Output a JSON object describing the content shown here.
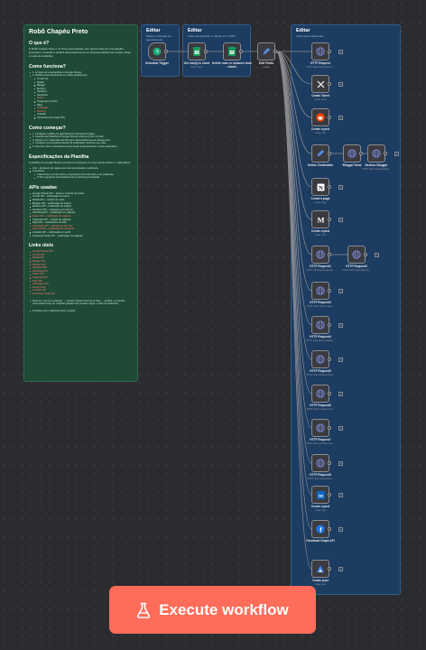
{
  "sticky_main": {
    "title": "Robô Chapéu Preto",
    "sections": [
      {
        "heading": "O que é?",
        "paragraphs": [
          "O Robô Chapéu Preto é um fluxo automatizado que captura links de uma planilha, processa o conteúdo e publica automaticamente em diversas plataformas sociais, blogs e redes de backlinks."
        ],
        "items": []
      },
      {
        "heading": "Como funciona?",
        "paragraphs": [],
        "items": [
          {
            "text": "1. Lê links de uma planilha no Google Sheets.",
            "level": 0,
            "red": false
          },
          {
            "text": "2. Publica automaticamente em várias plataformas:",
            "level": 0,
            "red": false
          },
          {
            "text": "Tumblr (2)",
            "level": 1,
            "red": false
          },
          {
            "text": "Reddit",
            "level": 1,
            "red": false
          },
          {
            "text": "Blogger",
            "level": 1,
            "red": false
          },
          {
            "text": "Medium",
            "level": 1,
            "red": false
          },
          {
            "text": "Nextdoor",
            "level": 1,
            "red": false
          },
          {
            "text": "Facebook",
            "level": 1,
            "red": false
          },
          {
            "text": "Notion",
            "level": 1,
            "red": true
          },
          {
            "text": "Telegraph (via API)",
            "level": 1,
            "red": false
          },
          {
            "text": "Diigo",
            "level": 1,
            "red": false
          },
          {
            "text": "Instapaper",
            "level": 1,
            "red": true
          },
          {
            "text": "Scoop.it",
            "level": 1,
            "red": true
          },
          {
            "text": "LinkedIn",
            "level": 1,
            "red": false
          },
          {
            "text": "Facebook (via Graph API)",
            "level": 1,
            "red": false
          }
        ]
      },
      {
        "heading": "Como começar?",
        "paragraphs": [],
        "items": [
          {
            "text": "1. Configure o gatilho de agendamento (Schedule Trigger).",
            "level": 0,
            "red": false
          },
          {
            "text": "2. Garanta que planilha do Google Sheets (coluna A) com os links.",
            "level": 0,
            "red": false
          },
          {
            "text": "3. Adicione as credenciais de API para cada plataforma que deseja usar.",
            "level": 0,
            "red": false
          },
          {
            "text": "4. Configure os prompts/conteúdo de publicação conforme seu caso.",
            "level": 0,
            "red": false
          },
          {
            "text": "5. Execute o fluxo manualmente para testar antes de ativar o envio automático.",
            "level": 0,
            "red": false
          }
        ]
      },
      {
        "heading": "Especificações da Planilha",
        "paragraphs": [
          "A planilha do Google Sheets precisa ter conteúdo em uma coluna (linha 1 = cabeçalho):"
        ],
        "items": [
          {
            "text": "Link – Endereço da página que será processada e publicada.",
            "level": 0,
            "red": false
          },
          {
            "text": "Importante:",
            "level": 0,
            "red": false
          },
          {
            "text": "Cada linha é um link único e representa uma execução a ser publicada.",
            "level": 1,
            "red": false
          },
          {
            "text": "O fluxo agrupará automaticamente na linha já processada.",
            "level": 1,
            "red": false
          }
        ]
      },
      {
        "heading": "APIs usadas",
        "paragraphs": [],
        "items": [
          {
            "text": "Google Sheets API – leitura e controle de linhas.",
            "level": 0,
            "red": false
          },
          {
            "text": "Tumblr API – publicação de textos.",
            "level": 0,
            "red": false
          },
          {
            "text": "Reddit API – criação de posts.",
            "level": 0,
            "red": false
          },
          {
            "text": "Blogger API – publicação de artigos.",
            "level": 0,
            "red": false
          },
          {
            "text": "Medium API – publicação de artigos.",
            "level": 0,
            "red": false
          },
          {
            "text": "Nextdoor API – postagens em bairros.",
            "level": 0,
            "red": false
          },
          {
            "text": "Facebook API – publicação em páginas.",
            "level": 0,
            "red": false
          },
          {
            "text": "Notion API – publicação de páginas.",
            "level": 0,
            "red": true
          },
          {
            "text": "Telegraph API – criação de páginas.",
            "level": 0,
            "red": false
          },
          {
            "text": "Diigo API – salvamento de links.",
            "level": 0,
            "red": false
          },
          {
            "text": "Instapaper API – salvamento de links.",
            "level": 0,
            "red": true
          },
          {
            "text": "Scoop.it API – publicação de conteúdo.",
            "level": 0,
            "red": true
          },
          {
            "text": "LinkedIn API – publicação em perfil.",
            "level": 0,
            "red": false
          },
          {
            "text": "Facebook Graph API – publicação em páginas.",
            "level": 0,
            "red": false
          }
        ]
      },
      {
        "heading": "Links úteis",
        "paragraphs": [],
        "items": [
          {
            "text": "Google Sheets API",
            "level": 0,
            "red": true
          },
          {
            "text": "Tumblr API",
            "level": 0,
            "red": true
          },
          {
            "text": "Reddit API",
            "level": 0,
            "red": true
          },
          {
            "text": "Blogger API",
            "level": 0,
            "red": true
          },
          {
            "text": "Medium API",
            "level": 0,
            "red": true
          },
          {
            "text": "Nextdoor API",
            "level": 0,
            "red": true
          },
          {
            "text": "Facebook API",
            "level": 0,
            "red": true
          },
          {
            "text": "Notion API",
            "level": 0,
            "red": true
          },
          {
            "text": "Telegraph API",
            "level": 0,
            "red": true
          },
          {
            "text": "Diigo API",
            "level": 0,
            "red": true
          },
          {
            "text": "Instapaper API",
            "level": 0,
            "red": true
          },
          {
            "text": "Scoop.it API",
            "level": 0,
            "red": true
          },
          {
            "text": "LinkedIn API",
            "level": 0,
            "red": true
          },
          {
            "text": "Facebook Graph API",
            "level": 0,
            "red": true
          }
        ]
      }
    ],
    "footer": [
      "Resumo: Informe a planilha → o Robô Chapéu Preto lê os links → publica o conteúdo automaticamente em múltiplas plataformas (sociais, blogs e redes de backlinks).",
      "Contribua com melhorias para o projeto."
    ]
  },
  "stickies": [
    {
      "title": "Editar",
      "subtitle": "Defina o intervalo do agendamento."
    },
    {
      "title": "Editar",
      "subtitle": "Insira sua planilha, 1 coluna com \"LINK\"."
    },
    {
      "title": "Editar",
      "subtitle": "Insira suas credenciais."
    }
  ],
  "nodes": [
    {
      "label": "Schedule Trigger",
      "sub": "",
      "icon": "clock-icon",
      "color": "#19a974"
    },
    {
      "label": "Get row(s) in sheet",
      "sub": "sheet: sheet",
      "icon": "sheets-icon",
      "color": "#0f9d58"
    },
    {
      "label": "Delete rows or columns from sheet",
      "sub": "sheet: sheet",
      "icon": "sheets-icon",
      "color": "#0f9d58"
    },
    {
      "label": "Edit Fields",
      "sub": "manual",
      "icon": "pencil-icon",
      "color": "#5b8ee6"
    },
    {
      "label": "HTTP Request",
      "sub": "POST: https://www.tumblr.c...",
      "icon": "globe-icon",
      "color": "#7b87d6"
    },
    {
      "label": "Create Tweet",
      "sub": "create: tweet",
      "icon": "x-icon",
      "color": "#ffffff"
    },
    {
      "label": "Create a post",
      "sub": "create: post",
      "icon": "reddit-icon",
      "color": "#ff4500"
    },
    {
      "label": "Define Credentials",
      "sub": "",
      "icon": "pencil-icon",
      "color": "#5b8ee6"
    },
    {
      "label": "Blogger Send",
      "sub": "",
      "icon": "globe-icon",
      "color": "#7b87d6"
    },
    {
      "label": "Nextoor Blogger",
      "sub": "POST: https://www.googlea...",
      "icon": "globe-icon",
      "color": "#7b87d6"
    },
    {
      "label": "Create a page",
      "sub": "create: page",
      "icon": "notion-icon",
      "color": "#ffffff"
    },
    {
      "label": "Create a post",
      "sub": "create: post",
      "icon": "medium-icon",
      "color": "#ffffff"
    },
    {
      "label": "HTTP Request1",
      "sub": "POST: https://api.telegra.ph...",
      "icon": "globe-icon",
      "color": "#7b87d6"
    },
    {
      "label": "HTTP Request2",
      "sub": "POST: https://api.telegra.ph...",
      "icon": "globe-icon",
      "color": "#7b87d6"
    },
    {
      "label": "HTTP Request3",
      "sub": "POST: https://secure.diigo...",
      "icon": "globe-icon",
      "color": "#7b87d6"
    },
    {
      "label": "HTTP Request4",
      "sub": "POST: https://www.instapap...",
      "icon": "globe-icon",
      "color": "#7b87d6"
    },
    {
      "label": "HTTP Request5",
      "sub": "POST: https://www.scoop.it...",
      "icon": "globe-icon",
      "color": "#7b87d6"
    },
    {
      "label": "HTTP Request6",
      "sub": "POST: https://medium.com...",
      "icon": "globe-icon",
      "color": "#7b87d6"
    },
    {
      "label": "HTTP Request7",
      "sub": "POST: https://nextdoor.com...",
      "icon": "globe-icon",
      "color": "#7b87d6"
    },
    {
      "label": "HTTP Request8",
      "sub": "POST: https://api.linkedin...",
      "icon": "globe-icon",
      "color": "#7b87d6"
    },
    {
      "label": "Create a post",
      "sub": "create: post",
      "icon": "linkedin-icon",
      "color": "#0a66c2"
    },
    {
      "label": "Facebook Graph API",
      "sub": "",
      "icon": "facebook-icon",
      "color": "#1877f2"
    },
    {
      "label": "Create post",
      "sub": "create: post",
      "icon": "blog-icon",
      "color": "#3b82f6"
    }
  ],
  "execute_button": {
    "label": "Execute workflow",
    "icon": "flask-icon",
    "color": "#ff6d5a"
  }
}
